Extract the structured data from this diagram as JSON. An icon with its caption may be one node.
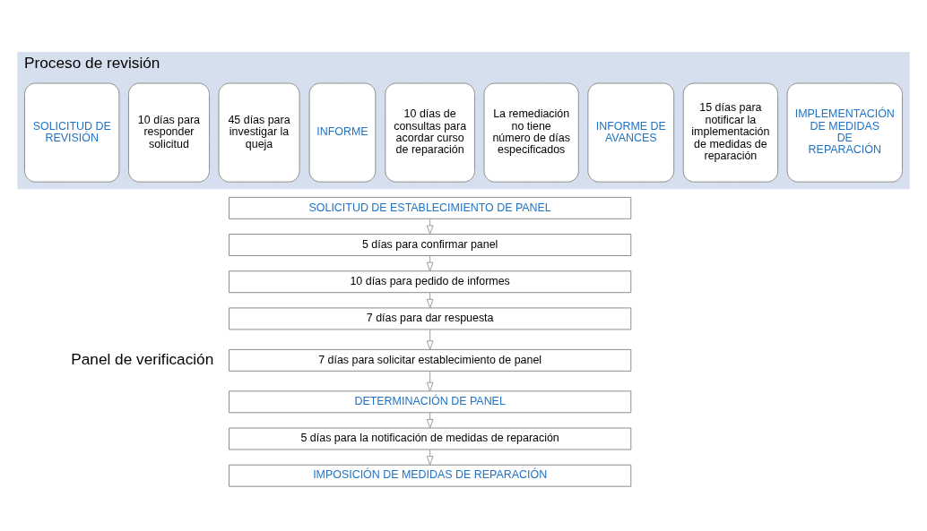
{
  "diagram": {
    "nodes": [
      {
        "text": [
          "Proceso de revisión"
        ]
      },
      {
        "text": [
          "SOLICITUD DE REVISIÓN"
        ],
        "in": 0
      },
      {
        "text": [
          "10 días para responder solicitud"
        ],
        "in": 0
      },
      {
        "text": [
          "45 días para investigar la queja"
        ],
        "in": 0
      },
      {
        "text": [
          "INFORME"
        ],
        "in": 0
      },
      {
        "text": [
          "10 días de consultas para acordar curso de reparación"
        ],
        "in": 0
      },
      {
        "text": [
          "La remediación no tiene número de días especificados"
        ],
        "in": 0
      },
      {
        "text": [
          "INFORME DE AVANCES"
        ],
        "in": 0
      },
      {
        "text": [
          "15 días para notificar la implementación de medidas de reparación"
        ],
        "in": 0
      },
      {
        "text": [
          "IMPLEMENTACIÓN DE MEDIDAS DE REPARACIÓN"
        ],
        "in": 0
      },
      {
        "text": [
          "SOLICITUD DE ESTABLECIMIENTO DE PANEL"
        ]
      },
      {
        "text": [
          "5 días para confirmar panel"
        ]
      },
      {
        "text": [
          "10 días para pedido de informes"
        ]
      },
      {
        "text": [
          "7 días para dar respuesta"
        ]
      },
      {
        "text": [
          "7 días para solicitar establecimiento de panel"
        ]
      },
      {
        "text": [
          "DETERMINACIÓN DE PANEL"
        ]
      },
      {
        "text": [
          "5 días para la notificación de medidas de reparación"
        ]
      },
      {
        "text": [
          "IMPOSICIÓN DE MEDIDAS DE REPARACIÓN"
        ]
      }
    ],
    "edges": [
      {
        "from": 10,
        "to": 11,
        "arrow": "to"
      },
      {
        "from": 11,
        "to": 12,
        "arrow": "to"
      },
      {
        "from": 12,
        "to": 13,
        "arrow": "to"
      },
      {
        "from": 13,
        "to": 14,
        "arrow": "to"
      },
      {
        "from": 14,
        "to": 15,
        "arrow": "to"
      },
      {
        "from": 15,
        "to": 16,
        "arrow": "to"
      },
      {
        "from": 16,
        "to": 17,
        "arrow": "to"
      }
    ],
    "labels": [
      "Panel de verificación"
    ]
  }
}
